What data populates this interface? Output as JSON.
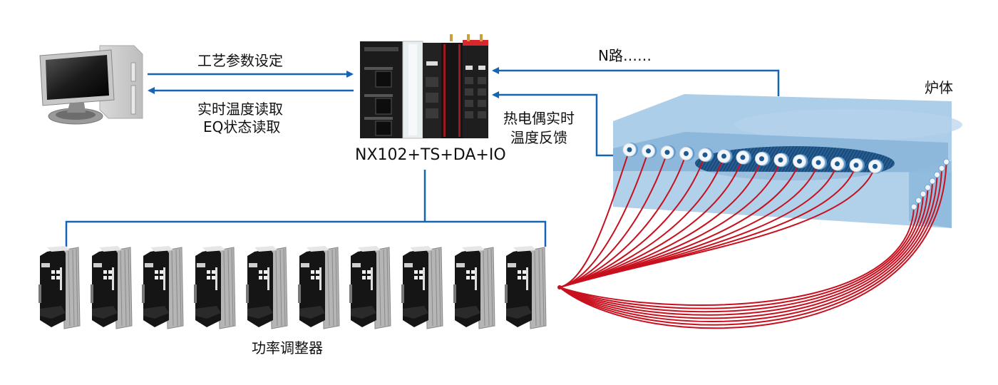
{
  "labels": {
    "param_set": "工艺参数设定",
    "realtime_read": "实时温度读取",
    "eq_read": "EQ状态读取",
    "controller": "NX102+TS+DA+IO",
    "n_channels": "N路……",
    "tc_feedback_1": "热电偶实时",
    "tc_feedback_2": "温度反馈",
    "furnace": "炉体",
    "power_regulators": "功率调整器"
  },
  "nodes": {
    "pc": {
      "name": "PC workstation"
    },
    "controller": {
      "name": "NX102+TS+DA+IO",
      "modules": [
        "NX102 CPU",
        "white unit",
        "IO",
        "IO",
        "TS red",
        "TS red"
      ]
    },
    "regulators": {
      "count": 10
    },
    "furnace": {
      "front_thermocouples": 14,
      "side_thermocouples": 8
    }
  },
  "colors": {
    "link": "#1565b4",
    "wire": "#c8101e",
    "furnace": "#9cc3e2",
    "furnace_dark": "#2a5f92"
  }
}
